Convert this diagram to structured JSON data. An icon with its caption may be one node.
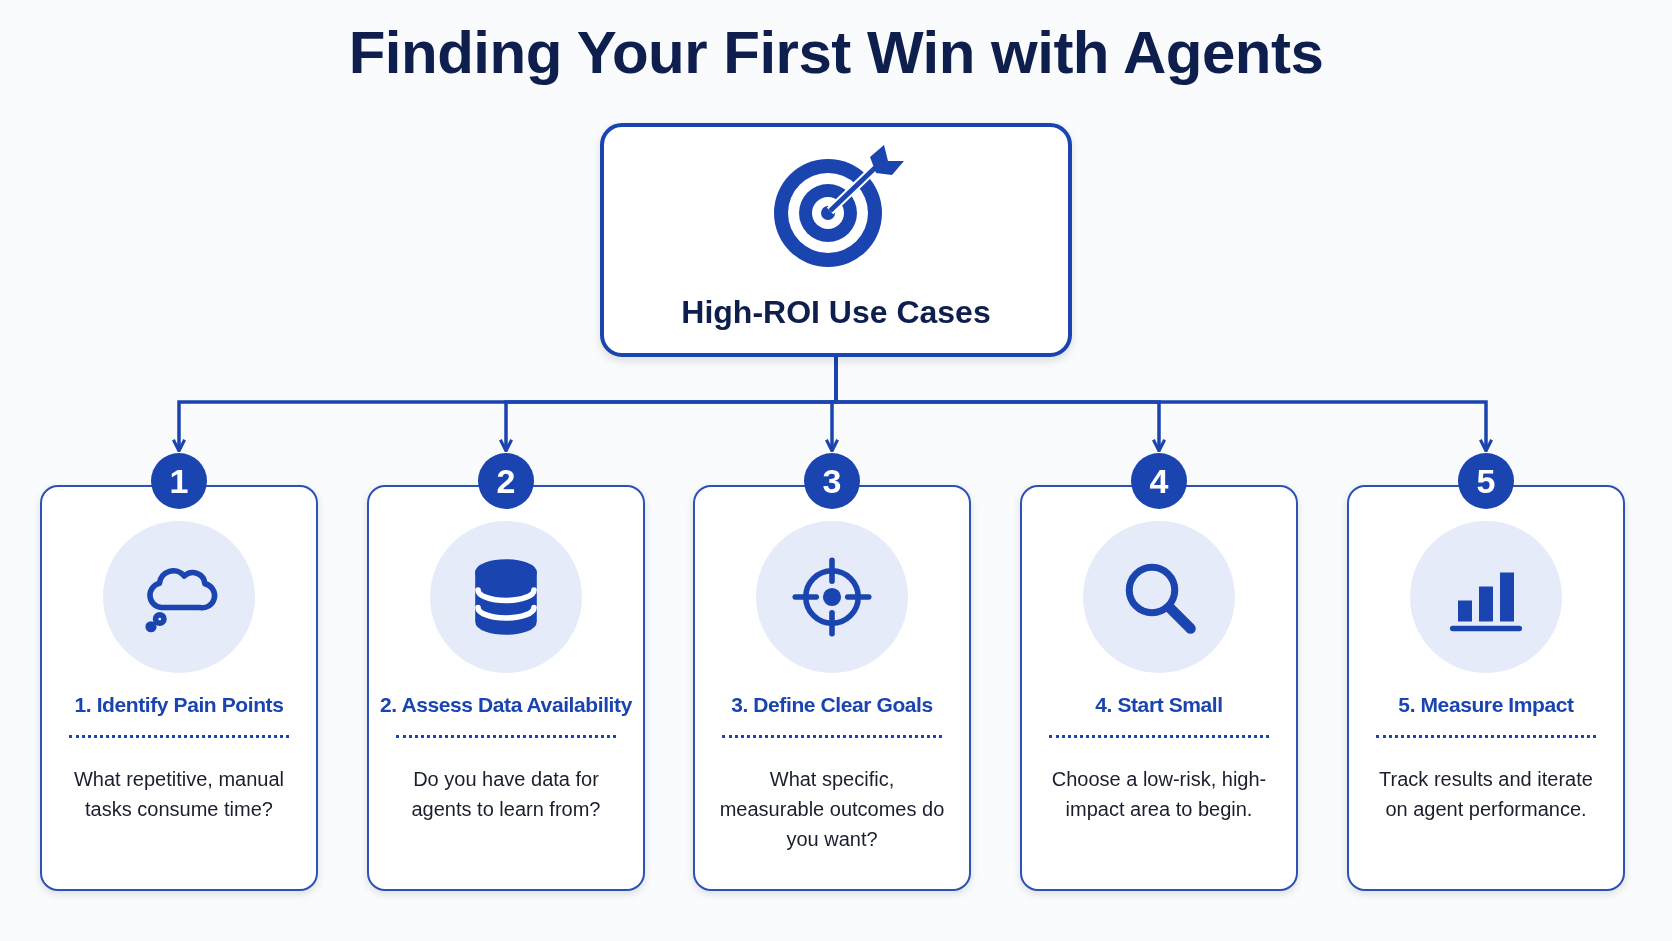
{
  "diagram": {
    "title": "Finding Your First Win with Agents",
    "nodes": [
      {
        "text": [
          "High-ROI Use Cases"
        ]
      },
      {
        "text": [
          "1"
        ]
      },
      {
        "text": [
          "2"
        ]
      },
      {
        "text": [
          "3"
        ]
      },
      {
        "text": [
          "4"
        ]
      },
      {
        "text": [
          "5"
        ]
      },
      {
        "text": [
          "1. Identify Pain Points",
          "What repetitive, manual tasks consume time?"
        ]
      },
      {
        "text": [
          "2. Assess Data Availability",
          "Do you have data for agents to learn from?"
        ]
      },
      {
        "text": [
          "3. Define Clear Goals",
          "What specific, measurable outcomes do you want?"
        ]
      },
      {
        "text": [
          "4. Start Small",
          "Choose a low-risk, high-impact area to begin."
        ]
      },
      {
        "text": [
          "5. Measure Impact",
          "Track results and iterate on agent performance."
        ]
      }
    ],
    "edges": [
      {
        "from": 0,
        "to": 1,
        "arrow": "to"
      },
      {
        "from": 0,
        "to": 2,
        "arrow": "to"
      },
      {
        "from": 0,
        "to": 3,
        "arrow": "to"
      },
      {
        "from": 0,
        "to": 4,
        "arrow": "to"
      },
      {
        "from": 0,
        "to": 5,
        "arrow": "to"
      }
    ]
  }
}
